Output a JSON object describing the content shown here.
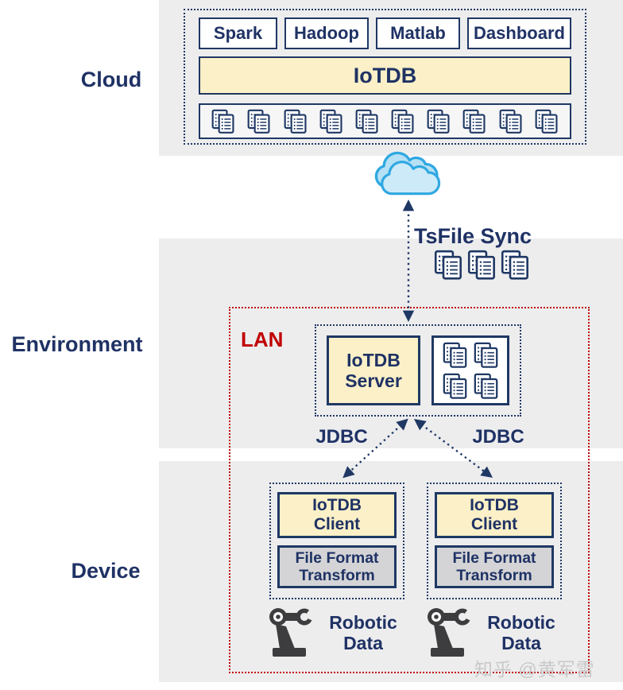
{
  "diagram": {
    "sections": {
      "cloud_label": "Cloud",
      "environment_label": "Environment",
      "device_label": "Device"
    },
    "cloud": {
      "apps": [
        {
          "label": "Spark"
        },
        {
          "label": "Hadoop"
        },
        {
          "label": "Matlab"
        },
        {
          "label": "Dashboard"
        }
      ],
      "platform_label": "IoTDB",
      "file_icon_count": 10
    },
    "sync": {
      "label": "TsFile Sync",
      "file_icon_count": 3
    },
    "lan": {
      "label": "LAN",
      "server_label": "IoTDB Server",
      "server_file_icon_count": 4,
      "jdbc_labels": [
        "JDBC",
        "JDBC"
      ]
    },
    "clients": [
      {
        "title": "IoTDB Client",
        "transform_label": "File Format Transform",
        "data_label": "Robotic Data"
      },
      {
        "title": "IoTDB Client",
        "transform_label": "File Format Transform",
        "data_label": "Robotic Data"
      }
    ],
    "watermark": "知乎 @黄军雷"
  },
  "colors": {
    "navy": "#1f3864",
    "text_navy": "#1f3265",
    "red": "#c00000",
    "cream": "#fbf0c7",
    "band_gray": "#ededee",
    "panel_gray": "#f6f6f7",
    "transform_gray": "#d4d4d6",
    "cloud_fill": "#cdeaf8",
    "cloud_back_fill": "#b6e1f5",
    "cloud_stroke": "#2fa8e1",
    "robot_dark": "#3d3d3f",
    "watermark_gray": "#c9c9c9"
  }
}
